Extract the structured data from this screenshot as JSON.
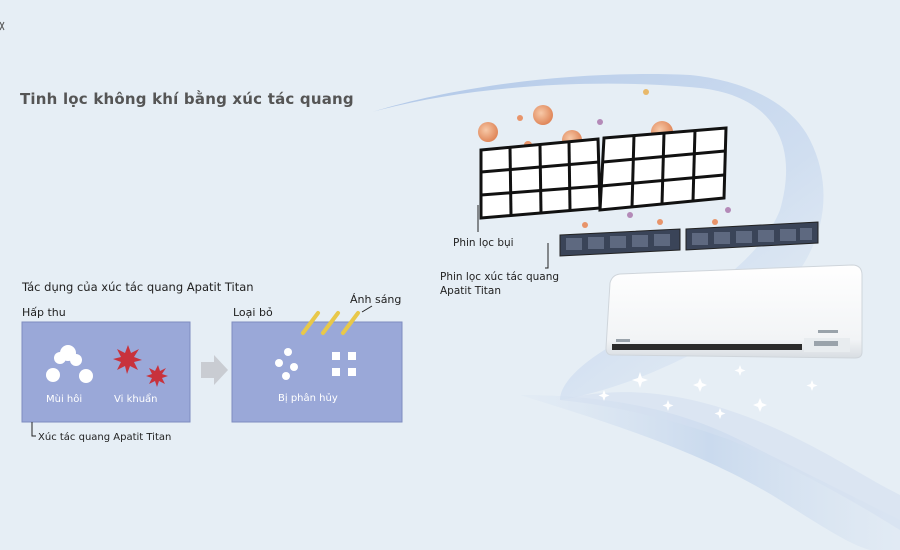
{
  "title": "Tinh lọc không khí bằng xúc tác quang",
  "diagram": {
    "effect_title": "Tác dụng của xúc tác quang Apatit Titan",
    "absorb_label": "Hấp thu",
    "remove_label": "Loại bỏ",
    "light_label": "Ánh sáng",
    "odor_label": "Mùi hôi",
    "bacteria_label": "Vi khuẩn",
    "decomposed_label": "Bị phân hủy",
    "catalyst_label": "Xúc tác quang Apatit Titan"
  },
  "unit": {
    "dust_filter_label": "Phin lọc bụi",
    "photo_filter_label_1": "Phin lọc xúc tác quang",
    "photo_filter_label_2": "Apatit Titan"
  },
  "colors": {
    "background": "#e6eef5",
    "panel": "#9aa8d8",
    "airflow": "#b9cdea",
    "particle_orange": "#e8946a",
    "particle_purple": "#b48ab8",
    "bacteria_red": "#c8323c",
    "light_ray": "#e8c84a"
  }
}
